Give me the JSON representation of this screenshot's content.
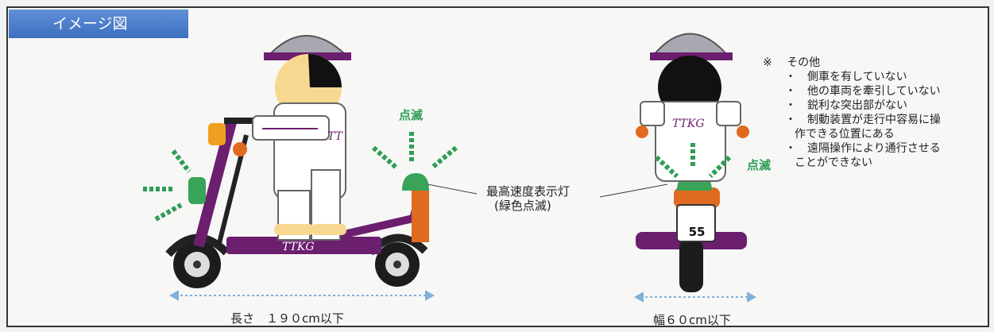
{
  "header_tag": "イメージ図",
  "blink_label": "点滅",
  "callout": {
    "line1": "最高速度表示灯",
    "line2": "(緑色点滅)"
  },
  "scooter_text": "TTKG",
  "plate_number": "55",
  "notes": {
    "mark": "※",
    "title": "その他",
    "bullet": "・",
    "items": [
      "側車を有していない",
      "他の車両を牽引していない",
      "鋭利な突出部がない",
      "制動装置が走行中容易に操",
      "作できる位置にある",
      "遠隔操作により通行させる",
      "ことができない"
    ]
  },
  "dimensions": {
    "length": "長さ　１９０cm以下",
    "width": "幅６０cm以下"
  },
  "colors": {
    "tag_bg": "#4a7cc9",
    "helmet": "#a8a8b0",
    "frame_purple": "#6b1f6e",
    "light_green": "#3aa35a",
    "amber": "#f0a020",
    "orange": "#e06a20",
    "face": "#f8d890"
  }
}
